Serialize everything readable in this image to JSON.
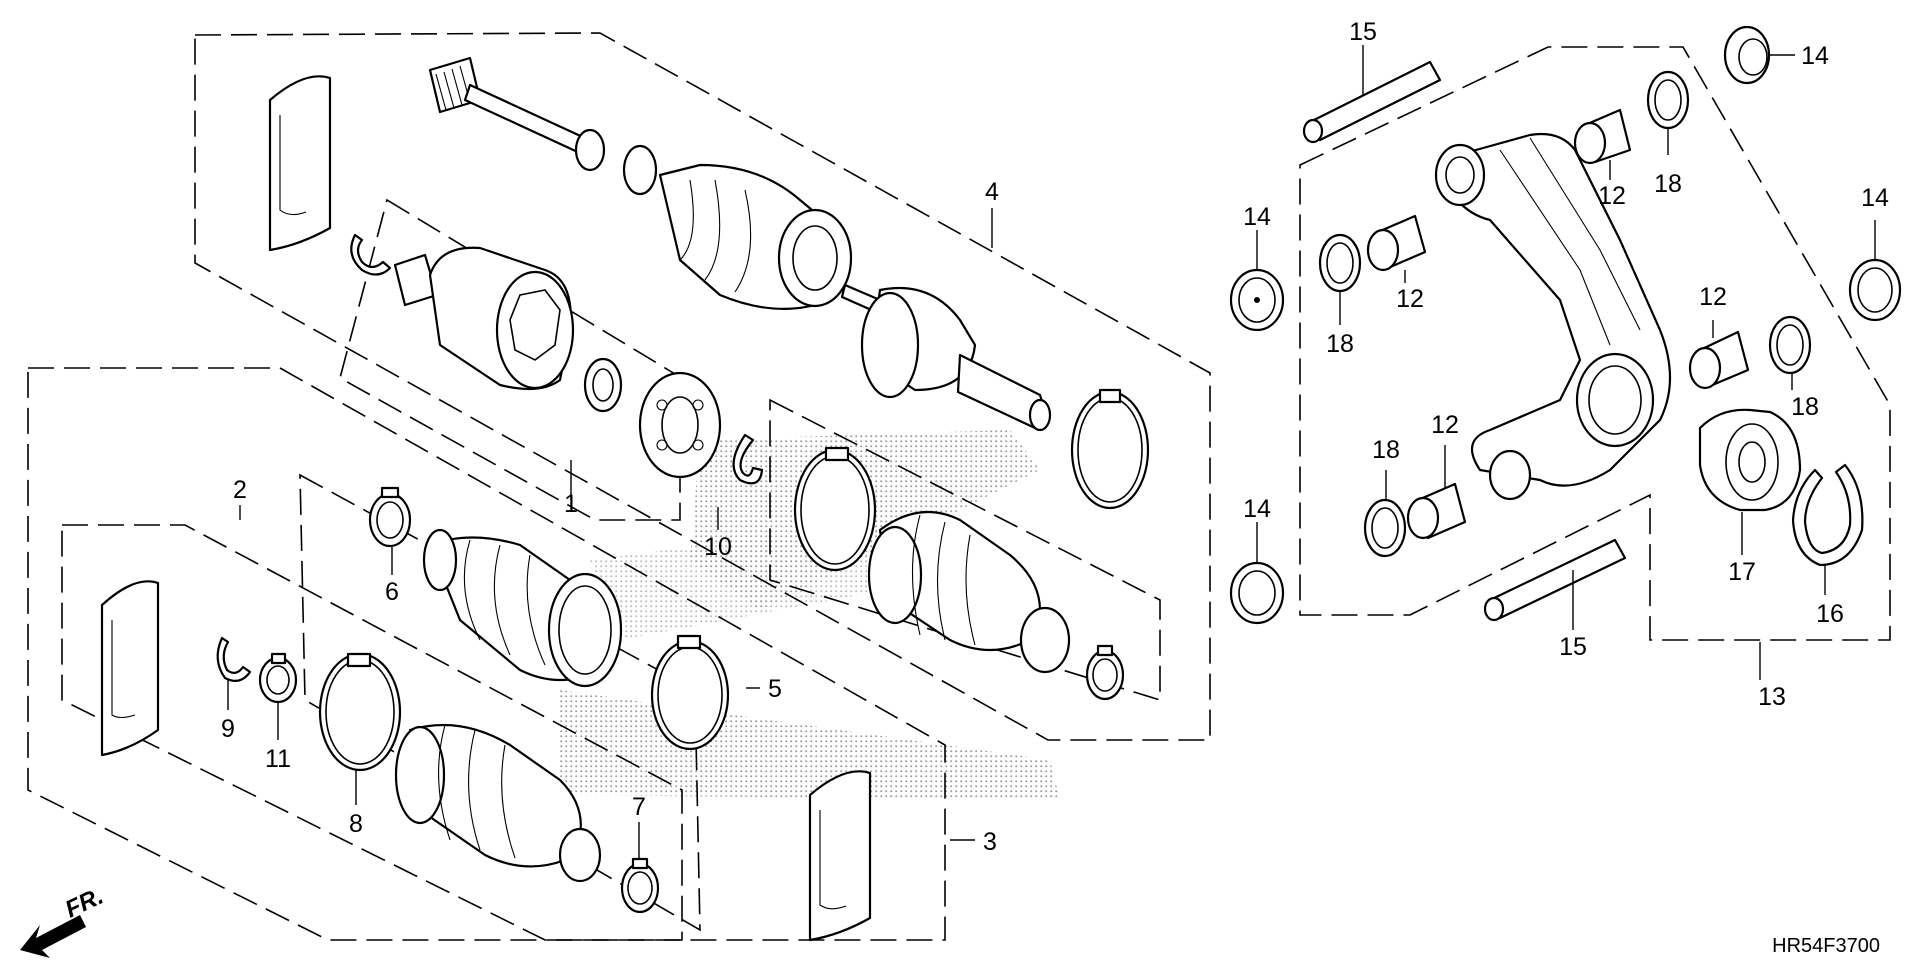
{
  "diagram": {
    "drawing_code": "HR54F3700",
    "direction_label": "FR.",
    "callouts": {
      "c1": "1",
      "c2": "2",
      "c3": "3",
      "c4": "4",
      "c5": "5",
      "c6": "6",
      "c7": "7",
      "c8": "8",
      "c9": "9",
      "c10": "10",
      "c11": "11",
      "c12a": "12",
      "c12b": "12",
      "c12c": "12",
      "c12d": "12",
      "c13": "13",
      "c14a": "14",
      "c14b": "14",
      "c14c": "14",
      "c14d": "14",
      "c15a": "15",
      "c15b": "15",
      "c16": "16",
      "c17": "17",
      "c18a": "18",
      "c18b": "18",
      "c18c": "18",
      "c18d": "18"
    }
  }
}
